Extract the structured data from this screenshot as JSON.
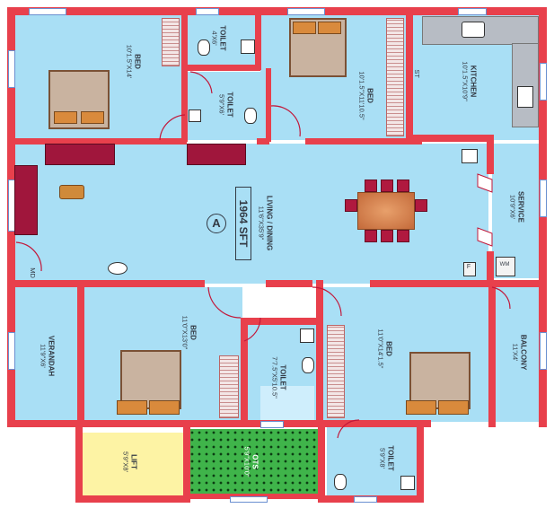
{
  "plan": {
    "block_letter": "A",
    "area": "1964 SFT",
    "rooms": {
      "bed_tl": {
        "name": "BED",
        "size": "10'1.5\"X14'"
      },
      "toilet_top": {
        "name": "TOILET",
        "size": "4'X6'"
      },
      "toilet_mid": {
        "name": "TOILET",
        "size": "5'9\"X6'"
      },
      "bed_tc": {
        "name": "BED",
        "size": "10'1.5\"X11'10.5\""
      },
      "kitchen": {
        "name": "KITCHEN",
        "size": "10'1.5\"X10'9\""
      },
      "living": {
        "name": "LIVING / DINING",
        "size": "11'6\"X35'9\""
      },
      "service": {
        "name": "SERVICE",
        "size": "10'9\"X6'"
      },
      "verandah": {
        "name": "VERANDAH",
        "size": "11'9\"X6'"
      },
      "bed_bl": {
        "name": "BED",
        "size": "11'0\"X13'0\""
      },
      "toilet_bc": {
        "name": "TOILET",
        "size": "7'7.5\"X5'10.5\""
      },
      "bed_br": {
        "name": "BED",
        "size": "11'0\"X14'1.5\""
      },
      "balcony": {
        "name": "BALCONY",
        "size": "11'X4'"
      },
      "lift": {
        "name": "LIFT",
        "size": "5'9\"X8'"
      },
      "ots": {
        "name": "OTS",
        "size": "5'9\"X10'0\""
      },
      "toilet_br": {
        "name": "TOILET",
        "size": "5'9\"X8'"
      }
    },
    "markers": {
      "md": "MD",
      "st": "ST",
      "wm": "WM",
      "f": "F"
    }
  },
  "colors": {
    "wall": "#e8404c",
    "floor": "#a9dff5",
    "ots": "#3fb44a",
    "lift": "#fdf3a4",
    "furniture": "#a0163c"
  }
}
